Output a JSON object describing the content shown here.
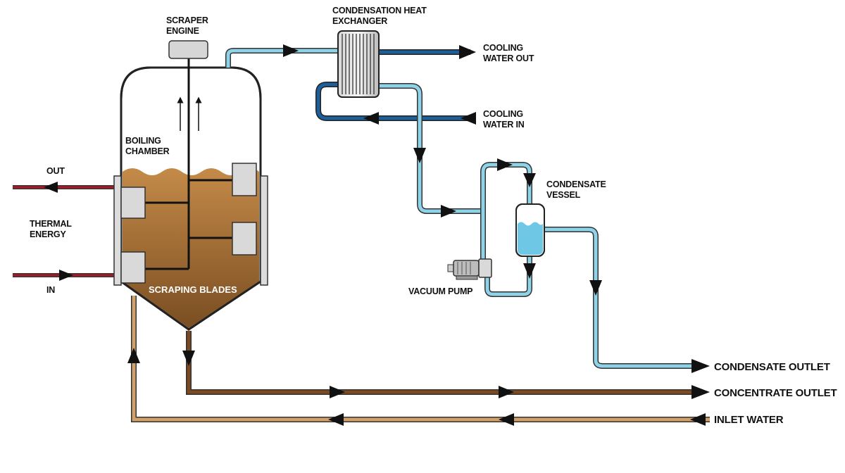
{
  "labels": {
    "scraper_engine": [
      "SCRAPER",
      "ENGINE"
    ],
    "condensation_heat_exchanger": [
      "CONDENSATION HEAT",
      "EXCHANGER"
    ],
    "cooling_water_out": [
      "COOLING",
      "WATER OUT"
    ],
    "cooling_water_in": [
      "COOLING",
      "WATER IN"
    ],
    "boiling_chamber": [
      "BOILING",
      "CHAMBER"
    ],
    "condensate_vessel": [
      "CONDENSATE",
      "VESSEL"
    ],
    "thermal_out": "OUT",
    "thermal_energy": [
      "THERMAL",
      "ENERGY"
    ],
    "thermal_in": "IN",
    "scraping_blades": "SCRAPING BLADES",
    "vacuum_pump": "VACUUM PUMP",
    "condensate_outlet": "CONDENSATE OUTLET",
    "concentrate_outlet": "CONCENTRATE OUTLET",
    "inlet_water": "INLET WATER"
  },
  "colors": {
    "vapor_pipe": "#8fd3e8",
    "cooling_pipe": "#1f5f99",
    "thermal_pipe": "#9c1c2a",
    "concentrate_pipe": "#7a4a22",
    "inlet_pipe": "#d2a06a",
    "liquid": "#b07838",
    "condensate": "#6fc7e6",
    "blade": "#d9d9d9"
  }
}
